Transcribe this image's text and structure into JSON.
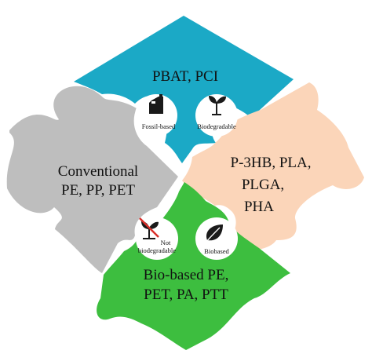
{
  "colors": {
    "top": "#1BA9C6",
    "right": "#FBD5B9",
    "bottom": "#3DBE3F",
    "left": "#BEBEBE",
    "outline": "#1a1a1a",
    "icon_bg": "#ffffff",
    "strike": "#D9302A"
  },
  "pieces": {
    "top": {
      "lines": [
        "PBAT, PCI"
      ]
    },
    "left": {
      "lines": [
        "Conventional",
        "PE, PP, PET"
      ]
    },
    "right": {
      "lines": [
        "P-3HB, PLA,",
        "PLGA,",
        "PHA"
      ]
    },
    "bottom": {
      "lines": [
        "Bio-based PE,",
        "PET, PA, PTT"
      ]
    }
  },
  "properties": {
    "fossil": {
      "label": "Fossil-based",
      "icon": "fuel-can-icon"
    },
    "biodegradable": {
      "label": "Biodegradable",
      "icon": "sprout-icon"
    },
    "not_biodegradable": {
      "label_lines": [
        "Not",
        "biodegradable"
      ],
      "icon": "crossed-sprout-icon"
    },
    "biobased": {
      "label": "Biobased",
      "icon": "leaf-icon"
    }
  }
}
